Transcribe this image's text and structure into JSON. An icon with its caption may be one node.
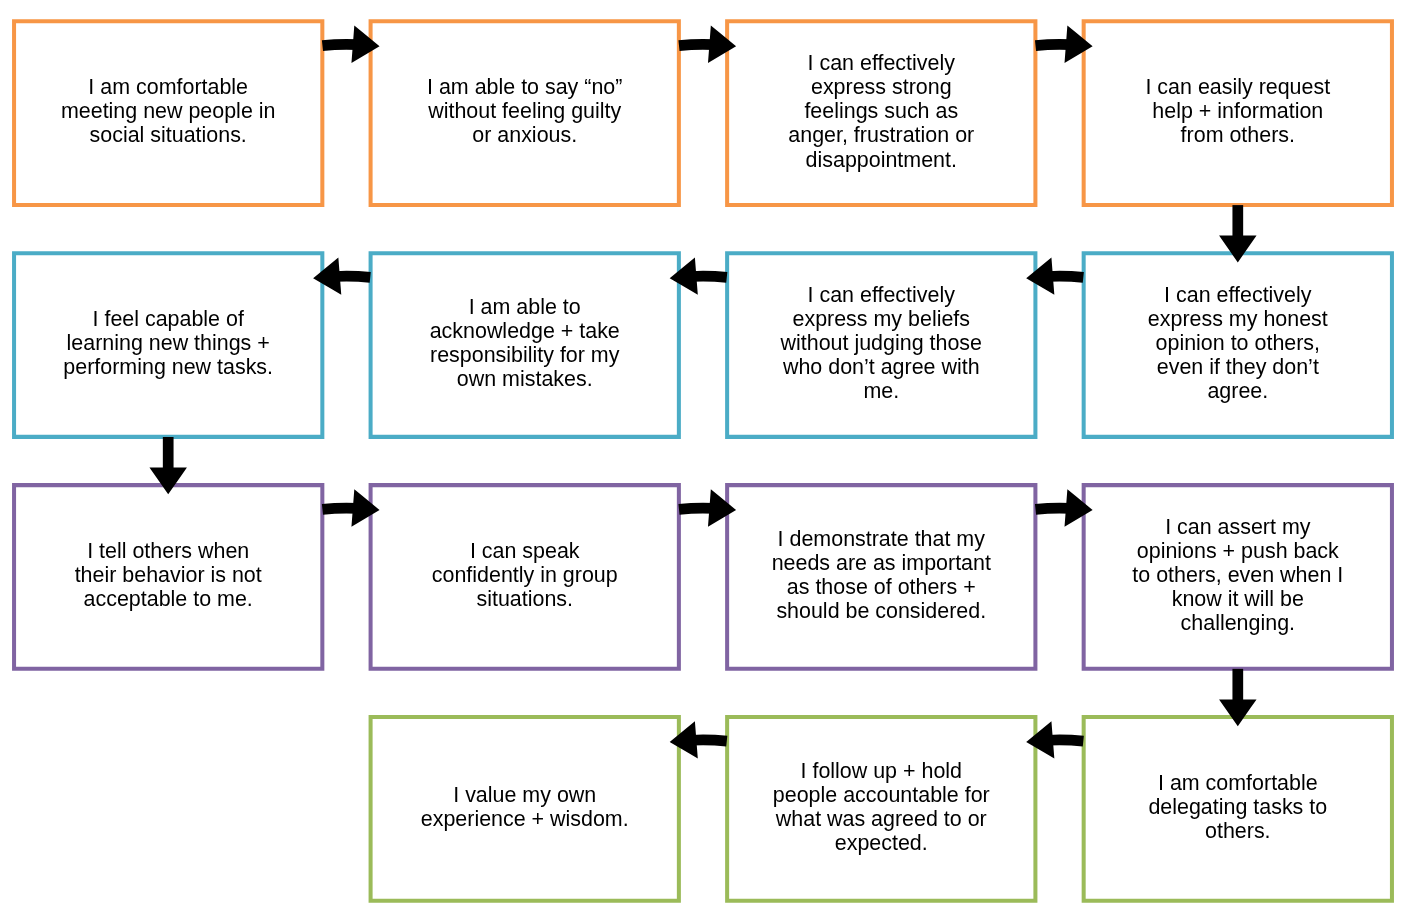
{
  "diagram": {
    "nodes": [
      {
        "text": [
          "I am comfortable meeting new people in social situations."
        ]
      },
      {
        "text": [
          "I am able to say “no” without feeling guilty or anxious."
        ]
      },
      {
        "text": [
          "I can effectively express strong feelings such as anger, frustration or disappointment."
        ]
      },
      {
        "text": [
          "I can easily request help + information from others."
        ]
      },
      {
        "text": [
          "I feel capable of learning new things + performing new tasks."
        ]
      },
      {
        "text": [
          "I am able to acknowledge + take responsibility for my own mistakes."
        ]
      },
      {
        "text": [
          "I can effectively express my beliefs without judging those who don’t agree with me."
        ]
      },
      {
        "text": [
          "I can effectively express my honest opinion to others, even if they don’t agree."
        ]
      },
      {
        "text": [
          "I tell others when their behavior is not acceptable to me."
        ]
      },
      {
        "text": [
          "I can speak confidently in group situations."
        ]
      },
      {
        "text": [
          "I demonstrate that my needs are as important as those of others + should be considered."
        ]
      },
      {
        "text": [
          "I can assert my opinions + push back to others, even when I know it will be challenging."
        ]
      },
      {
        "text": [
          "I value my own experience + wisdom."
        ]
      },
      {
        "text": [
          "I follow up + hold people accountable for what was agreed to or expected."
        ]
      },
      {
        "text": [
          "I am comfortable delegating tasks to others."
        ]
      }
    ],
    "edges": [
      {
        "from": 0,
        "to": 1,
        "arrow": "to"
      },
      {
        "from": 1,
        "to": 2,
        "arrow": "to"
      },
      {
        "from": 2,
        "to": 3,
        "arrow": "to"
      },
      {
        "from": 3,
        "to": 7,
        "arrow": "to"
      },
      {
        "from": 7,
        "to": 6,
        "arrow": "to"
      },
      {
        "from": 6,
        "to": 5,
        "arrow": "to"
      },
      {
        "from": 5,
        "to": 4,
        "arrow": "to"
      },
      {
        "from": 4,
        "to": 8,
        "arrow": "to"
      },
      {
        "from": 8,
        "to": 9,
        "arrow": "to"
      },
      {
        "from": 9,
        "to": 10,
        "arrow": "to"
      },
      {
        "from": 10,
        "to": 11,
        "arrow": "to"
      },
      {
        "from": 11,
        "to": 14,
        "arrow": "to"
      },
      {
        "from": 14,
        "to": 13,
        "arrow": "to"
      },
      {
        "from": 13,
        "to": 12,
        "arrow": "to"
      }
    ]
  }
}
